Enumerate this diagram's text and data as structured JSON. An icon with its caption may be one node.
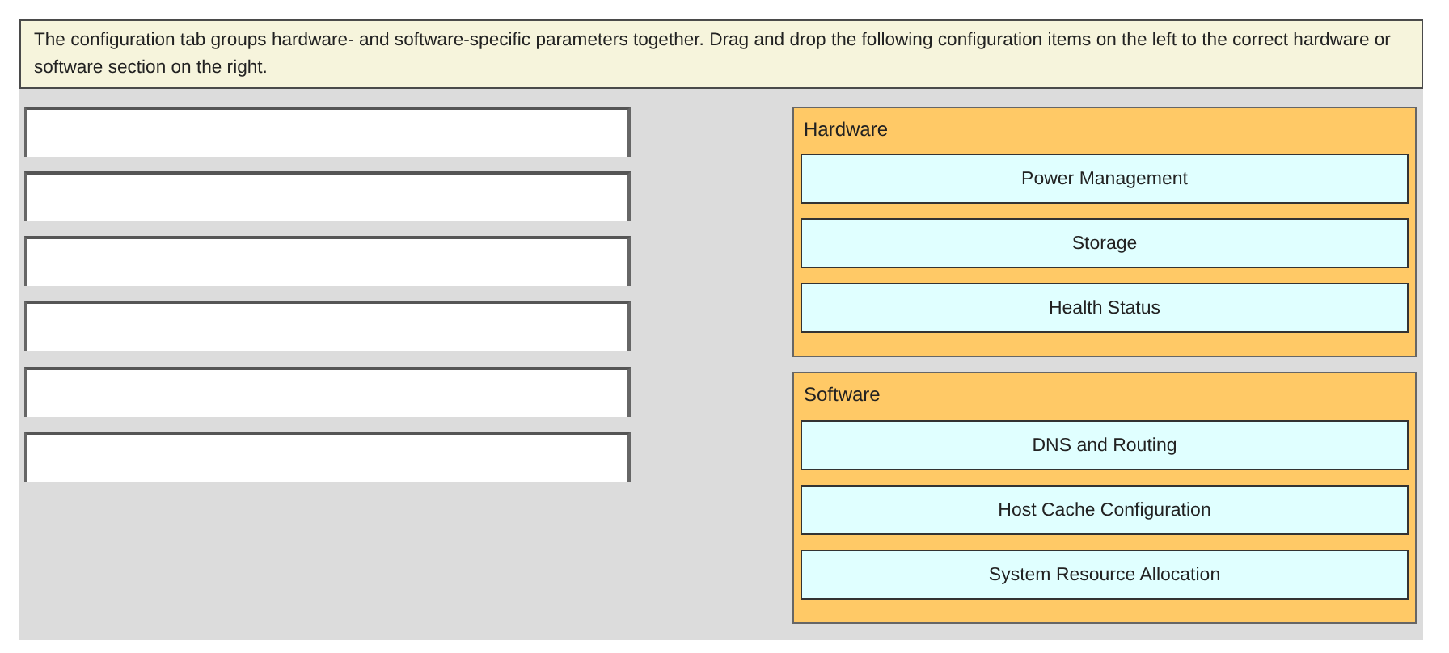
{
  "diagram": {
    "nodes": [
      {
        "text": [
          "The configuration tab groups hardware- and software-specific parameters together. Drag and drop the following configuration items on the left to the correct hardware or software section on the right."
        ]
      },
      {
        "text": [],
        "shape": "box"
      },
      {
        "text": [],
        "shape": "box"
      },
      {
        "text": [],
        "shape": "box"
      },
      {
        "text": [],
        "shape": "box"
      },
      {
        "text": [],
        "shape": "box"
      },
      {
        "text": [],
        "shape": "box"
      },
      {
        "text": [
          "Hardware"
        ]
      },
      {
        "text": [
          "Power Management"
        ],
        "in": 7
      },
      {
        "text": [
          "Storage"
        ],
        "in": 7
      },
      {
        "text": [
          "Health Status"
        ],
        "in": 7
      },
      {
        "text": [
          "Software"
        ]
      },
      {
        "text": [
          "DNS and Routing"
        ],
        "in": 11
      },
      {
        "text": [
          "Host Cache Configuration"
        ],
        "in": 11
      },
      {
        "text": [
          "System Resource Allocation"
        ],
        "in": 11
      }
    ],
    "edges": []
  }
}
